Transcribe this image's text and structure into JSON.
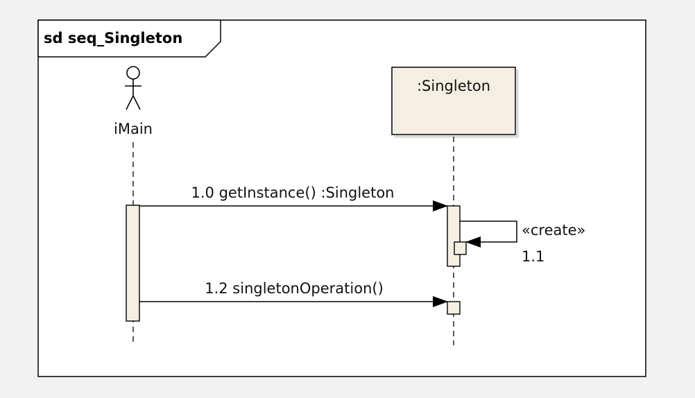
{
  "frame": {
    "title": "sd seq_Singleton"
  },
  "colors": {
    "lifeline_box_fill": "#f5efe3",
    "activation_fill": "#f5efe3",
    "stroke": "#000000"
  },
  "lifelines": [
    {
      "name": "iMain",
      "kind": "actor"
    },
    {
      "name": ":Singleton",
      "kind": "object"
    }
  ],
  "messages": [
    {
      "label": "1.0 getInstance() :Singleton",
      "from": "iMain",
      "to": ":Singleton",
      "kind": "sync"
    },
    {
      "stereotype": "«create»",
      "label": "1.1",
      "from": ":Singleton",
      "to": ":Singleton",
      "kind": "self"
    },
    {
      "label": "1.2 singletonOperation()",
      "from": "iMain",
      "to": ":Singleton",
      "kind": "sync"
    }
  ]
}
